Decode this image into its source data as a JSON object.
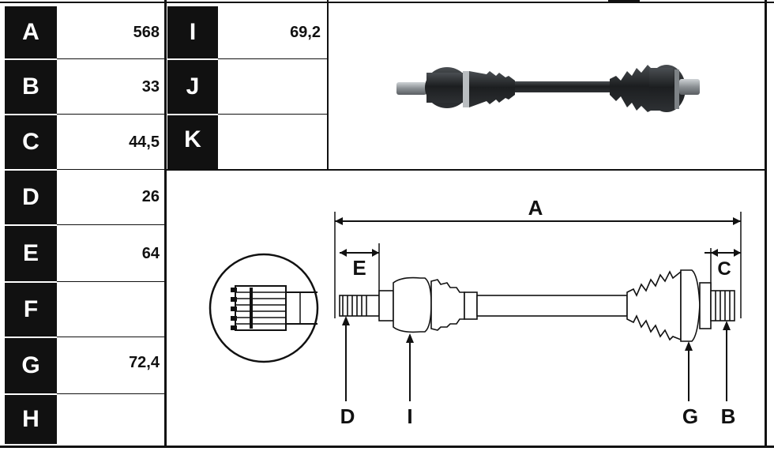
{
  "left_table": [
    {
      "label": "A",
      "value": "568"
    },
    {
      "label": "B",
      "value": "33"
    },
    {
      "label": "C",
      "value": "44,5"
    },
    {
      "label": "D",
      "value": "26"
    },
    {
      "label": "E",
      "value": "64"
    },
    {
      "label": "F",
      "value": ""
    },
    {
      "label": "G",
      "value": "72,4"
    },
    {
      "label": "H",
      "value": ""
    }
  ],
  "middle_table": [
    {
      "label": "I",
      "value": "69,2"
    },
    {
      "label": "J",
      "value": ""
    },
    {
      "label": "K",
      "value": ""
    }
  ],
  "diagram_labels": {
    "A": "A",
    "B": "B",
    "C": "C",
    "D": "D",
    "E": "E",
    "G": "G",
    "I": "I"
  }
}
